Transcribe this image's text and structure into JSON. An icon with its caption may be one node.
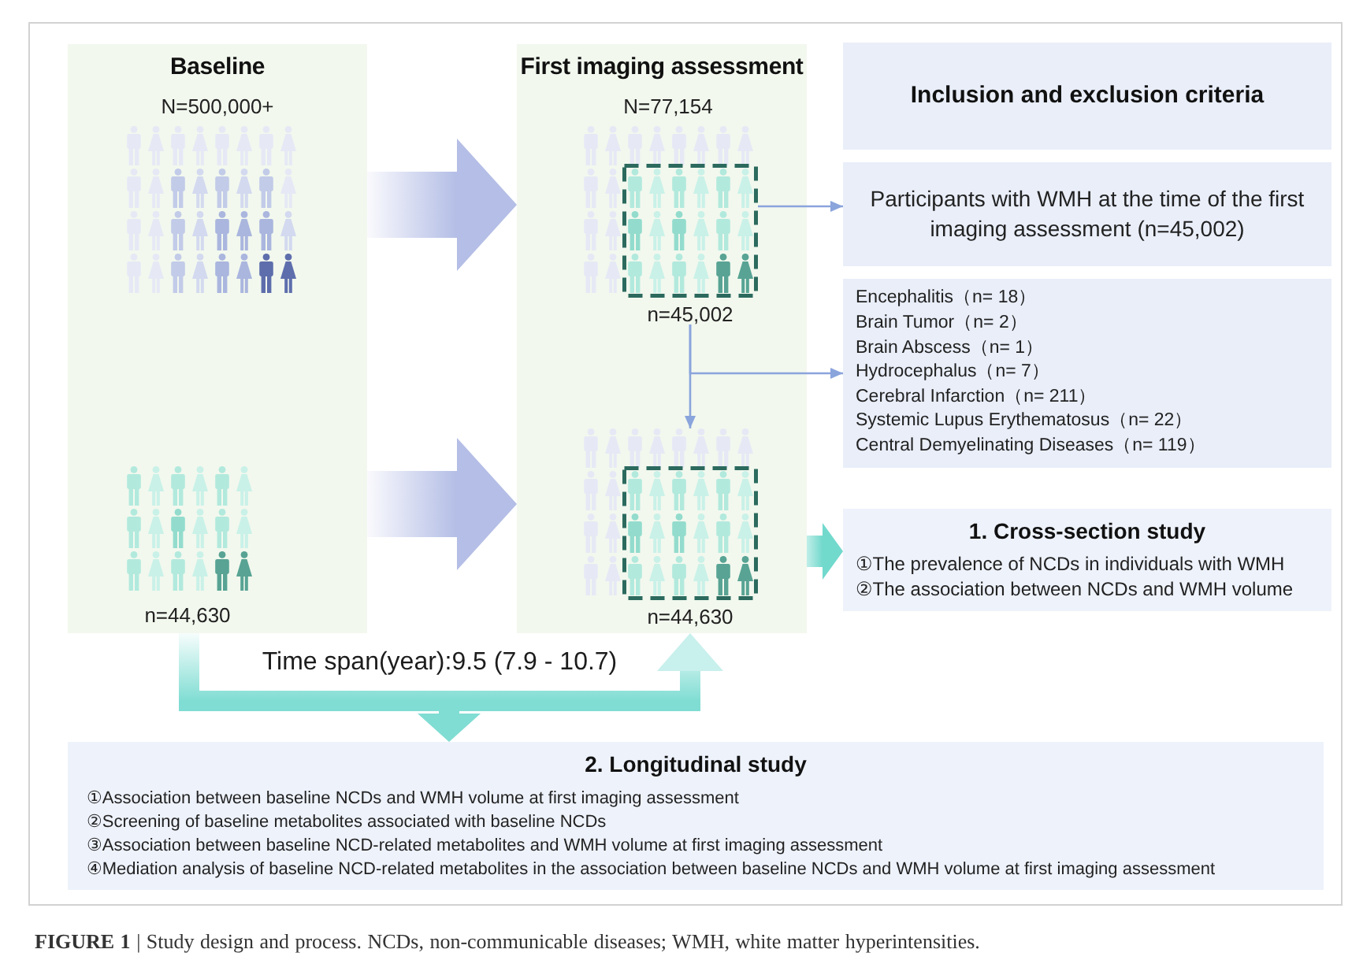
{
  "diagram": {
    "caption": "**FIGURE 1** | Study design and process. NCDs, non-communicable diseases; WMH, white matter hyperintensities.",
    "nodes": [
      {
        "text": [
          "Baseline",
          "N=500,000+",
          "n=44,630"
        ]
      },
      {
        "text": [
          "First imaging assessment",
          "N=77,154"
        ]
      },
      {
        "text": [
          "n=45,002"
        ],
        "in": 1
      },
      {
        "text": [
          "n=44,630"
        ],
        "in": 1
      },
      {
        "text": [
          "Inclusion and exclusion criteria"
        ]
      },
      {
        "text": [
          "Participants with WMH at the time of the first imaging assessment (n=45,002)"
        ]
      },
      {
        "text": [
          "Encephalitis（n= 18）",
          "Brain Tumor（n= 2）",
          "Brain Abscess（n= 1）",
          "Hydrocephalus（n= 7）",
          "Cerebral Infarction（n= 211）",
          "Systemic Lupus Erythematosus（n= 22）",
          "Central Demyelinating Diseases（n= 119）"
        ]
      },
      {
        "text": [
          "1. Cross-section study",
          "①The prevalence of NCDs in individuals with WMH",
          "②The association between NCDs and WMH volume"
        ]
      },
      {
        "text": [
          "2. Longitudinal study",
          "①Association between baseline NCDs and WMH volume at first imaging assessment",
          "②Screening of baseline metabolites associated with baseline NCDs",
          "③Association between baseline NCD-related metabolites and WMH volume at first imaging assessment",
          "④Mediation analysis of baseline NCD-related metabolites in the association between baseline NCDs and WMH volume at first imaging assessment"
        ]
      }
    ],
    "edges": [
      {
        "from": 0,
        "to": 1,
        "arrow": "to",
        "style": "thick",
        "color": "#b4bee6"
      },
      {
        "from": 0,
        "to": 1,
        "arrow": "to",
        "style": "thick",
        "color": "#b4bee6"
      },
      {
        "from": 2,
        "to": 5,
        "arrow": "to"
      },
      {
        "from": 2,
        "to": 3,
        "arrow": "to"
      },
      {
        "from": 2,
        "to": 6,
        "arrow": "to"
      },
      {
        "from": 1,
        "to": 7,
        "arrow": "to",
        "style": "thick",
        "color": "#72d9cd"
      },
      {
        "from": 0,
        "to": 1,
        "arrow": "to",
        "label": "Time span(year):9.5 (7.9 - 10.7)",
        "style": "thick",
        "color": "#80ddd3"
      },
      {
        "from": 0,
        "to": 8,
        "arrow": "to",
        "style": "thick",
        "color": "#80ddd3"
      }
    ]
  }
}
